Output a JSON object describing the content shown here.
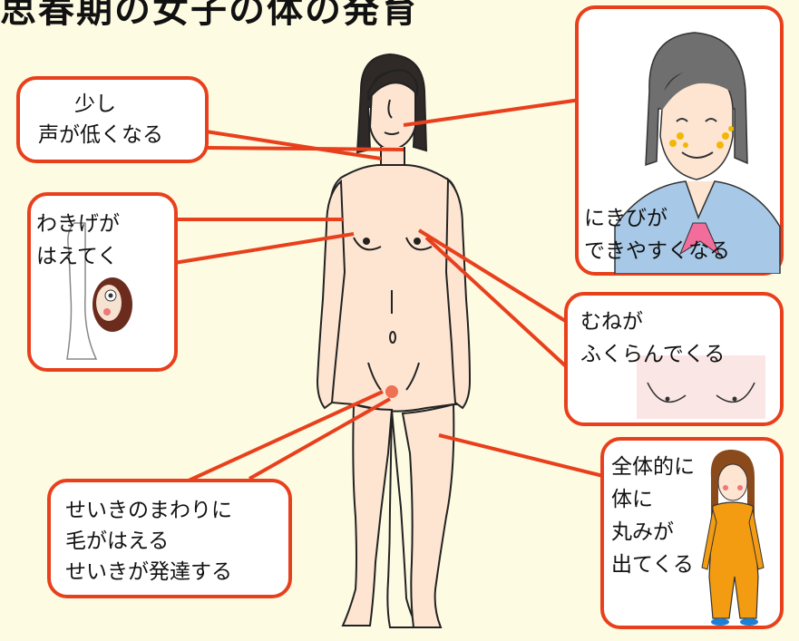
{
  "title": "思春期の女子の体の発育",
  "callouts": {
    "voice": {
      "line1": "少し",
      "line2": "声が低くなる"
    },
    "armpit": {
      "line1": "わきげが",
      "line2": "はえてく"
    },
    "acne": {
      "line1": "にきびが",
      "line2": "できやすくなる"
    },
    "breast": {
      "line1": "むねが",
      "line2": "ふくらんでくる"
    },
    "genital": {
      "line1": "せいきのまわりに",
      "line2": "毛がはえる",
      "line3": "せいきが発達する"
    },
    "body": {
      "line1": "全体的に",
      "line2": "体に",
      "line3": "丸みが",
      "line4": "出てくる"
    }
  },
  "colors": {
    "background": "#fefbe3",
    "accent": "#e8401c",
    "skin": "#fde5d2",
    "hair": "#2f2a28",
    "uniform": "#a7c8e6",
    "clothes": "#f39c12"
  }
}
